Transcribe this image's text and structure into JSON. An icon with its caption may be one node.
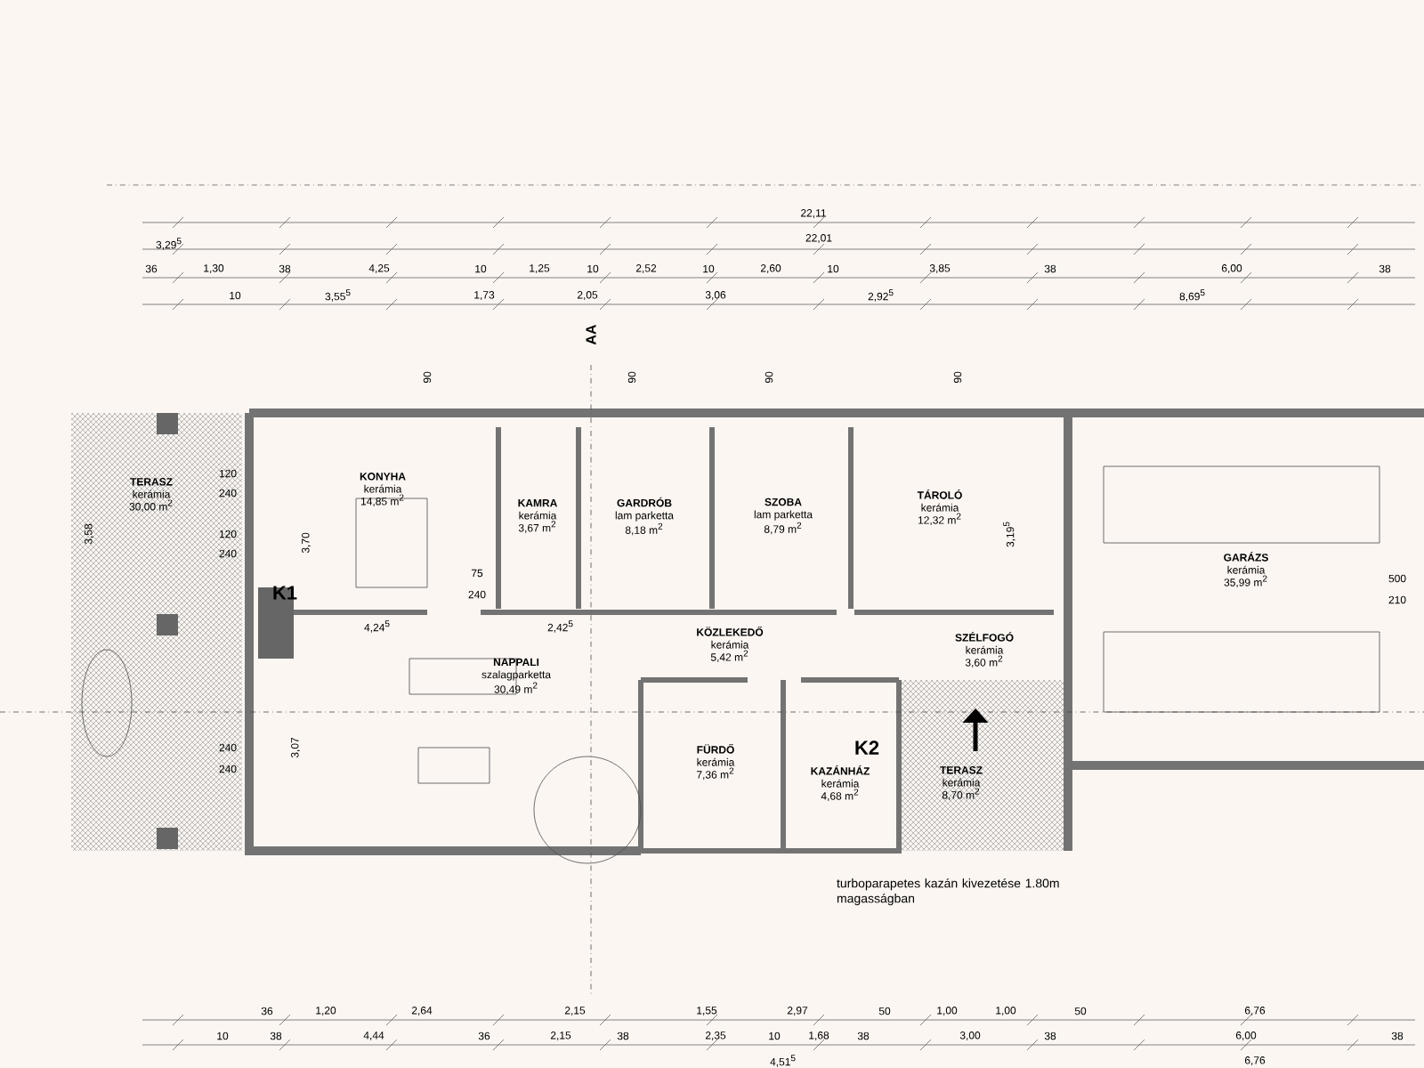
{
  "diagram": {
    "nodes": [
      {
        "text": [
          "TERASZ",
          "kerámia",
          "30,00 m$^{2}$"
        ]
      },
      {
        "text": [
          "KONYHA",
          "kerámia",
          "14,85 m$^{2}$"
        ]
      },
      {
        "text": [
          "KAMRA",
          "kerámia",
          "3,67 m$^{2}$"
        ]
      },
      {
        "text": [
          "GARDRÓB",
          "lam parketta",
          "8,18 m$^{2}$"
        ]
      },
      {
        "text": [
          "SZOBA",
          "lam parketta",
          "8,79 m$^{2}$"
        ]
      },
      {
        "text": [
          "TÁROLÓ",
          "kerámia",
          "12,32 m$^{2}$"
        ]
      },
      {
        "text": [
          "GARÁZS",
          "kerámia",
          "35,99 m$^{2}$"
        ]
      },
      {
        "text": [
          "NAPPALI",
          "szalagparketta",
          "30,49 m$^{2}$"
        ]
      },
      {
        "text": [
          "KÖZLEKEDŐ",
          "kerámia",
          "5,42 m$^{2}$"
        ]
      },
      {
        "text": [
          "SZÉLFOGÓ",
          "kerámia",
          "3,60 m$^{2}$"
        ]
      },
      {
        "text": [
          "FÜRDŐ",
          "kerámia",
          "7,36 m$^{2}$"
        ]
      },
      {
        "text": [
          "KAZÁNHÁZ",
          "kerámia",
          "4,68 m$^{2}$"
        ]
      },
      {
        "text": [
          "TERASZ",
          "kerámia",
          "8,70 m$^{2}$"
        ]
      }
    ],
    "labels": [
      "22,11",
      "3,29$^{5}$",
      "22,01",
      "36",
      "1,30",
      "38",
      "4,25",
      "10",
      "1,25",
      "10",
      "2,52",
      "10",
      "2,60",
      "10",
      "3,85",
      "38",
      "6,00",
      "38",
      "10",
      "3,55$^{5}$",
      "1,73",
      "2,05",
      "3,06",
      "2,92$^{5}$",
      "8,69$^{5}$",
      "AA",
      "90",
      "90",
      "90",
      "90",
      "120",
      "240",
      "120",
      "240",
      "3,58",
      "3,70",
      "K1",
      "75",
      "240",
      "4,24$^{5}$",
      "2,42$^{5}$",
      "3,19$^{5}$",
      "500",
      "210",
      "240",
      "240",
      "3,07",
      "K2",
      "turboparapetes kazán kivezetése 1.80m magasságban",
      "36",
      "1,20",
      "2,64",
      "2,15",
      "1,55",
      "2,97",
      "50",
      "1,00",
      "1,00",
      "50",
      "6,76",
      "10",
      "38",
      "4,44",
      "36",
      "2,15",
      "38",
      "2,35",
      "10",
      "1,68",
      "38",
      "3,00",
      "38",
      "6,00",
      "38",
      "4,51$^{5}$",
      "6,76"
    ]
  }
}
